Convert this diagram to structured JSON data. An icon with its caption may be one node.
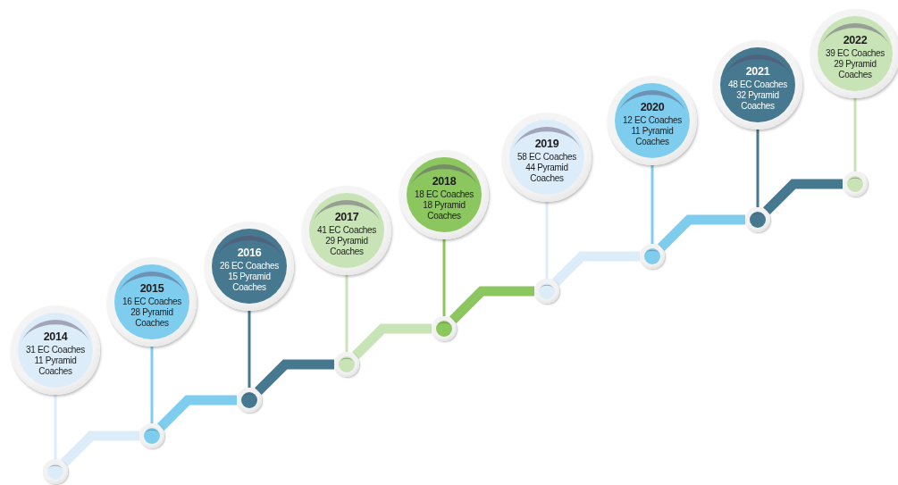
{
  "diagram": {
    "nodes": [
      {
        "text": [
          "2014",
          "31 EC Coaches",
          "11 Pyramid Coaches"
        ]
      },
      {
        "text": [
          "2015",
          "16 EC Coaches",
          "28 Pyramid Coaches"
        ]
      },
      {
        "text": [
          "2016",
          "26 EC Coaches",
          "15 Pyramid Coaches"
        ]
      },
      {
        "text": [
          "2017",
          "41 EC Coaches",
          "29 Pyramid Coaches"
        ]
      },
      {
        "text": [
          "2018",
          "18 EC Coaches",
          "18 Pyramid Coaches"
        ]
      },
      {
        "text": [
          "2019",
          "58 EC Coaches",
          "44 Pyramid Coaches"
        ]
      },
      {
        "text": [
          "2020",
          "12 EC Coaches",
          "11 Pyramid Coaches"
        ]
      },
      {
        "text": [
          "2021",
          "48 EC Coaches",
          "32 Pyramid Coaches"
        ]
      },
      {
        "text": [
          "2022",
          "39 EC Coaches",
          "29 Pyramid Coaches"
        ]
      },
      {
        "text": [],
        "shape": "circle"
      },
      {
        "text": [],
        "shape": "circle"
      },
      {
        "text": [],
        "shape": "circle"
      },
      {
        "text": [],
        "shape": "circle"
      },
      {
        "text": [],
        "shape": "circle"
      },
      {
        "text": [],
        "shape": "circle"
      },
      {
        "text": [],
        "shape": "circle"
      },
      {
        "text": [],
        "shape": "circle"
      },
      {
        "text": [],
        "shape": "circle"
      }
    ],
    "edges": [
      {
        "from": 0,
        "to": 9,
        "arrow": "none",
        "color": "#dcedf9"
      },
      {
        "from": 1,
        "to": 10,
        "arrow": "none",
        "color": "#7fcdee"
      },
      {
        "from": 2,
        "to": 11,
        "arrow": "none",
        "color": "#46788f"
      },
      {
        "from": 3,
        "to": 12,
        "arrow": "none",
        "color": "#c8e4b6"
      },
      {
        "from": 4,
        "to": 13,
        "arrow": "none",
        "color": "#8cc65e"
      },
      {
        "from": 5,
        "to": 14,
        "arrow": "none",
        "color": "#dcedf9"
      },
      {
        "from": 6,
        "to": 15,
        "arrow": "none",
        "color": "#7fcdee"
      },
      {
        "from": 7,
        "to": 16,
        "arrow": "none",
        "color": "#46788f"
      },
      {
        "from": 8,
        "to": 17,
        "arrow": "none",
        "color": "#c8e4b6"
      },
      {
        "from": 9,
        "to": 10,
        "arrow": "none",
        "style": "thick",
        "color": "#dcedf9"
      },
      {
        "from": 10,
        "to": 11,
        "arrow": "none",
        "style": "thick",
        "color": "#7fcdee"
      },
      {
        "from": 11,
        "to": 12,
        "arrow": "none",
        "style": "thick",
        "color": "#46788f"
      },
      {
        "from": 12,
        "to": 13,
        "arrow": "none",
        "style": "thick",
        "color": "#c8e4b6"
      },
      {
        "from": 13,
        "to": 14,
        "arrow": "none",
        "style": "thick",
        "color": "#8cc65e"
      },
      {
        "from": 14,
        "to": 15,
        "arrow": "none",
        "style": "thick",
        "color": "#dcedf9"
      },
      {
        "from": 15,
        "to": 16,
        "arrow": "none",
        "style": "thick",
        "color": "#7fcdee"
      },
      {
        "from": 16,
        "to": 17,
        "arrow": "none",
        "style": "thick",
        "color": "#46788f"
      }
    ]
  }
}
